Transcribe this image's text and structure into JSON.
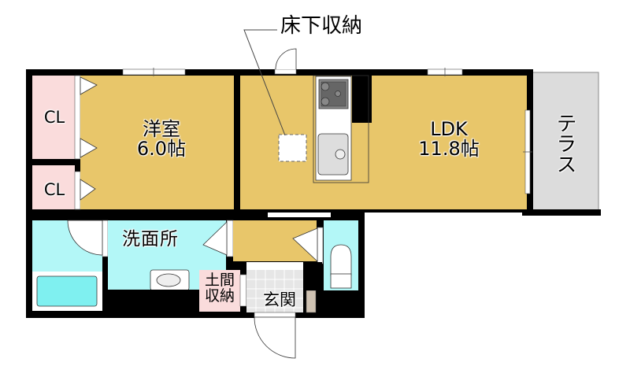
{
  "floorplan": {
    "colors": {
      "wall": "#000000",
      "wood_floor": "#E8C66A",
      "closet": "#FADCDC",
      "wet_area": "#B3F7F7",
      "terrace": "#DCDCDC",
      "entrance_tile": "#E6E6E6",
      "bathtub": "#7FF0F0"
    },
    "callout": {
      "label": "床下収納"
    },
    "rooms": {
      "western_room": {
        "name": "洋室",
        "size": "6.0帖"
      },
      "ldk": {
        "name": "LDK",
        "size": "11.8帖"
      },
      "closet_1": {
        "name": "CL"
      },
      "closet_2": {
        "name": "CL"
      },
      "terrace": {
        "name": "テラス"
      },
      "washroom": {
        "name": "洗面所"
      },
      "earth_storage": {
        "name_line1": "土間",
        "name_line2": "収納"
      },
      "entrance": {
        "name": "玄関"
      }
    }
  }
}
